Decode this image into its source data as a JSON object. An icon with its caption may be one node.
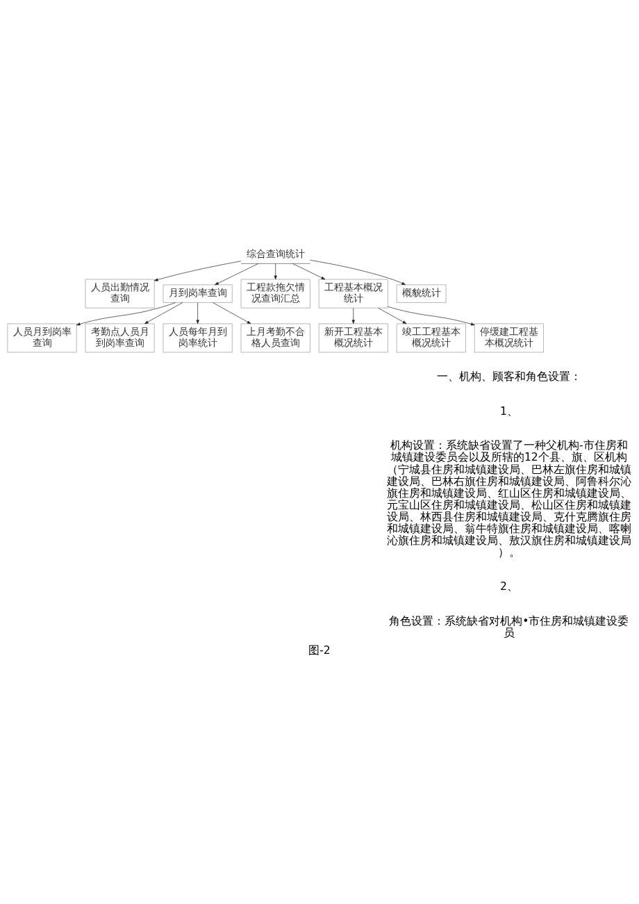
{
  "diagram": {
    "caption": "图-2",
    "nodes": [
      {
        "text": [
          "综合查询统计"
        ]
      },
      {
        "text": [
          "人员出勤情况查询"
        ]
      },
      {
        "text": [
          "月到岗率查询"
        ]
      },
      {
        "text": [
          "工程款拖欠情况查询汇总"
        ]
      },
      {
        "text": [
          "工程基本概况统计"
        ]
      },
      {
        "text": [
          "概貌统计"
        ]
      },
      {
        "text": [
          "人员月到岗率查询"
        ]
      },
      {
        "text": [
          "考勤点人员月到岗率查询"
        ]
      },
      {
        "text": [
          "人员每年月到岗率统计"
        ]
      },
      {
        "text": [
          "上月考勤不合格人员查询"
        ]
      },
      {
        "text": [
          "新开工程基本概况统计"
        ]
      },
      {
        "text": [
          "竣工工程基本概况统计"
        ]
      },
      {
        "text": [
          "停缓建工程基本概况统计"
        ]
      }
    ],
    "edges": [
      {
        "from": 0,
        "to": 1,
        "arrow": "to"
      },
      {
        "from": 0,
        "to": 2,
        "arrow": "to"
      },
      {
        "from": 0,
        "to": 3,
        "arrow": "to"
      },
      {
        "from": 0,
        "to": 4,
        "arrow": "to"
      },
      {
        "from": 0,
        "to": 5,
        "arrow": "to"
      },
      {
        "from": 2,
        "to": 6,
        "arrow": "to"
      },
      {
        "from": 2,
        "to": 7,
        "arrow": "to"
      },
      {
        "from": 2,
        "to": 8,
        "arrow": "to"
      },
      {
        "from": 2,
        "to": 9,
        "arrow": "to"
      },
      {
        "from": 4,
        "to": 10,
        "arrow": "to"
      },
      {
        "from": 4,
        "to": 11,
        "arrow": "to"
      },
      {
        "from": 4,
        "to": 12,
        "arrow": "to"
      }
    ],
    "labels": [
      "一、机构、顾客和角色设置：",
      "1、",
      "机构设置：系统缺省设置了一种父机构-市住房和城镇建设委员会以及所辖的12个县、旗、区机构（宁城县住房和城镇建设局、巴林左旗住房和城镇建设局、巴林右旗住房和城镇建设局、阿鲁科尔沁旗住房和城镇建设局、红山区住房和城镇建设局、元宝山区住房和城镇建设局、松山区住房和城镇建设局、林西县住房和城镇建设局、克什克腾旗住房和城镇建设局、翁牛特旗住房和城镇建设局、喀喇沁旗住房和城镇建设局、敖汉旗住房和城镇建设局）。",
      "2、",
      "角色设置：系统缺省对机构•市住房和城镇建设委员"
    ]
  }
}
